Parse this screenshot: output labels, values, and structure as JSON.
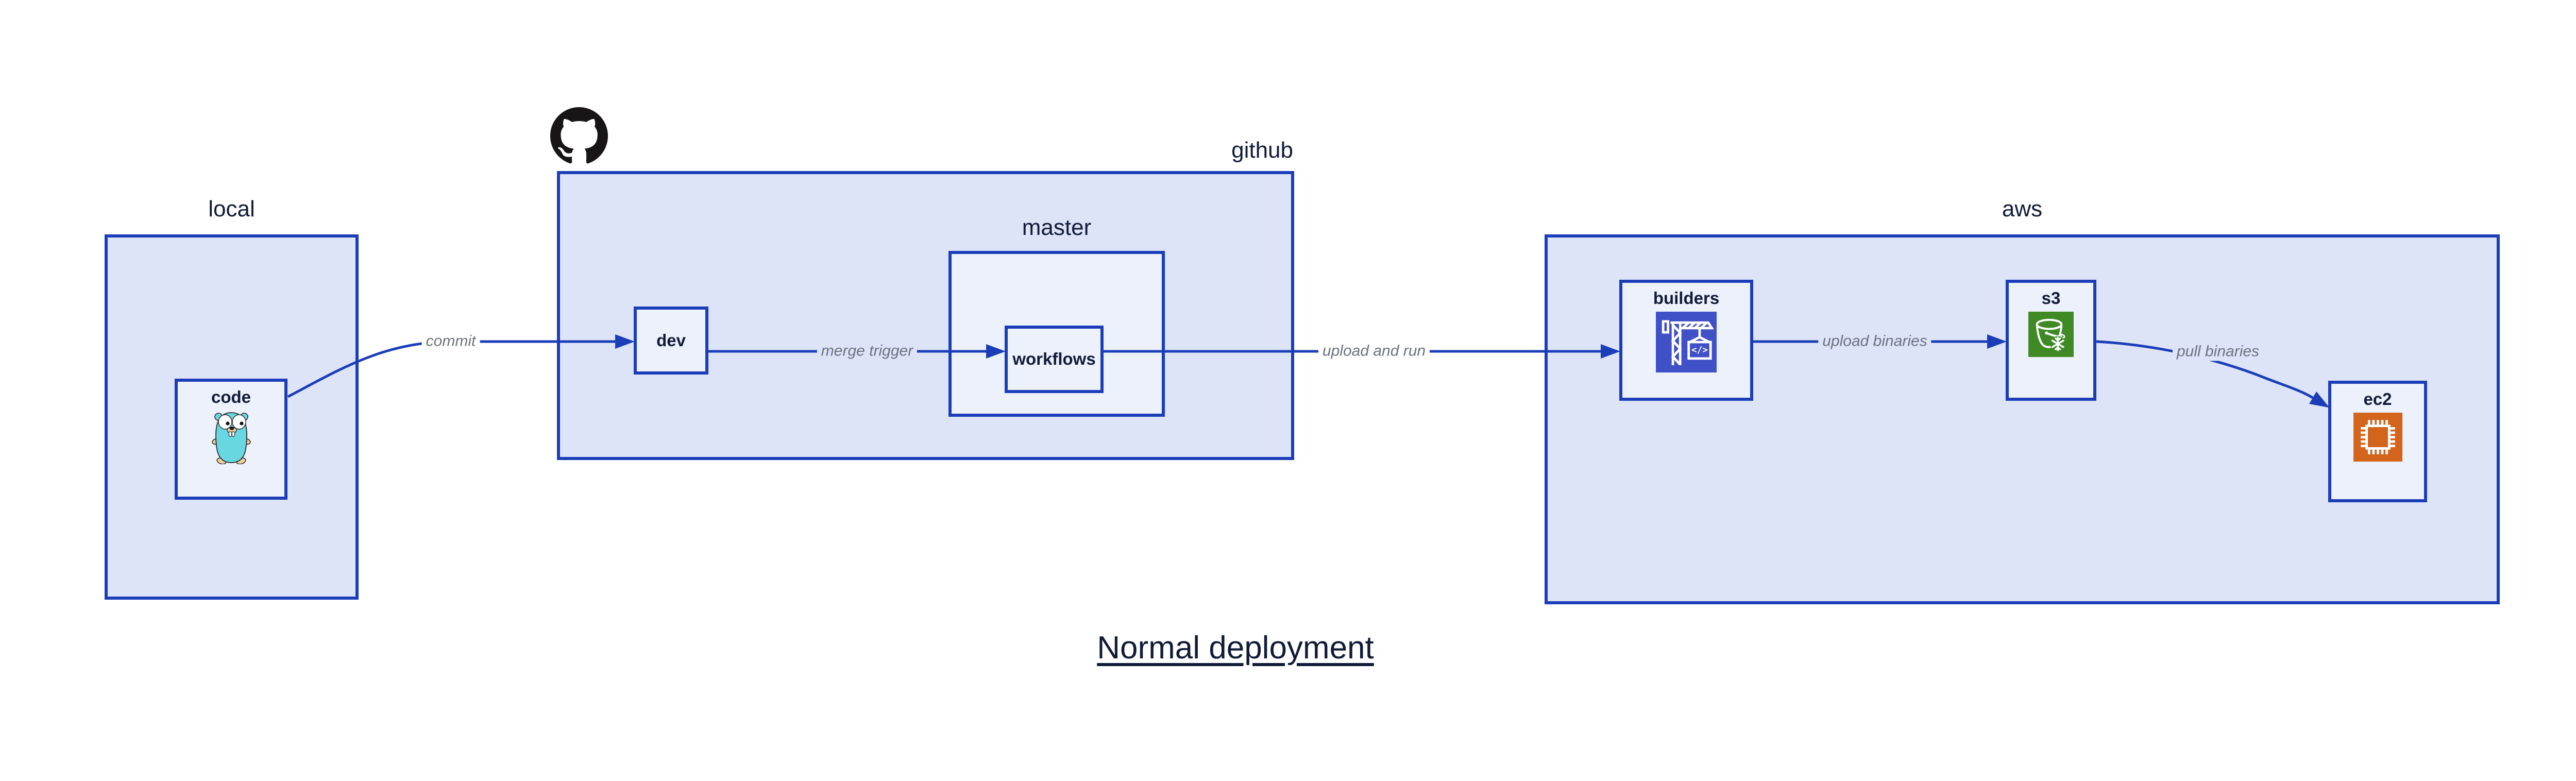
{
  "title": "Normal deployment",
  "colors": {
    "stroke": "#1b3eb8",
    "group_fill": "#dde4f8",
    "node_fill": "#edf1fc",
    "ink": "#111b38",
    "edge_label": "#6d7280",
    "canvas": "#ffffff",
    "builders_icon": "#4050c6",
    "s3_icon": "#3f8a24",
    "ec2_icon": "#d2641c",
    "gopher_body": "#68d7e2",
    "octocat": "#171515"
  },
  "groups": {
    "local": {
      "label": "local"
    },
    "github": {
      "label": "github",
      "logo_icon": "github-octocat-icon"
    },
    "master": {
      "label": "master"
    },
    "aws": {
      "label": "aws"
    }
  },
  "nodes": {
    "code": {
      "label": "code",
      "icon": "go-gopher-icon"
    },
    "dev": {
      "label": "dev"
    },
    "workflows": {
      "label": "workflows"
    },
    "builders": {
      "label": "builders",
      "icon": "aws-codebuild-crane-icon"
    },
    "s3": {
      "label": "s3",
      "icon": "aws-s3-glacier-bucket-icon"
    },
    "ec2": {
      "label": "ec2",
      "icon": "aws-ec2-chip-icon"
    }
  },
  "edges": {
    "commit": {
      "label": "commit",
      "from": "code",
      "to": "dev"
    },
    "merge_trigger": {
      "label": "merge trigger",
      "from": "dev",
      "to": "workflows"
    },
    "upload_and_run": {
      "label": "upload and run",
      "from": "workflows",
      "to": "builders"
    },
    "upload_binaries": {
      "label": "upload binaries",
      "from": "builders",
      "to": "s3"
    },
    "pull_binaries": {
      "label": "pull binaries",
      "from": "s3",
      "to": "ec2"
    }
  }
}
